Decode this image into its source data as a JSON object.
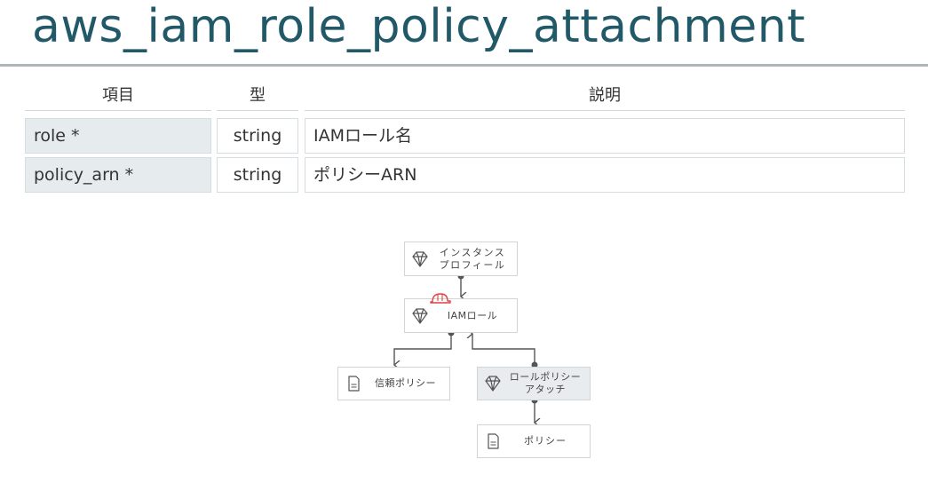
{
  "title": "aws_iam_role_policy_attachment",
  "table": {
    "headers": {
      "item": "項目",
      "type": "型",
      "desc": "説明"
    },
    "rows": [
      {
        "item": "role *",
        "type": "string",
        "desc": "IAMロール名"
      },
      {
        "item": "policy_arn *",
        "type": "string",
        "desc": "ポリシーARN"
      }
    ]
  },
  "diagram": {
    "nodes": {
      "instance_profile": {
        "label": "インスタンス\nプロフィール",
        "icon": "gem-icon"
      },
      "iam_role": {
        "label": "IAMロール",
        "icon": "gem-icon",
        "badge": "helmet-icon"
      },
      "trust_policy": {
        "label": "信頼ポリシー",
        "icon": "document-icon"
      },
      "role_policy_attachment": {
        "label": "ロールポリシー\nアタッチ",
        "icon": "gem-icon"
      },
      "policy": {
        "label": "ポリシー",
        "icon": "document-icon"
      }
    },
    "colors": {
      "badge": "#e04040",
      "line": "#555555",
      "title": "#215968"
    }
  }
}
